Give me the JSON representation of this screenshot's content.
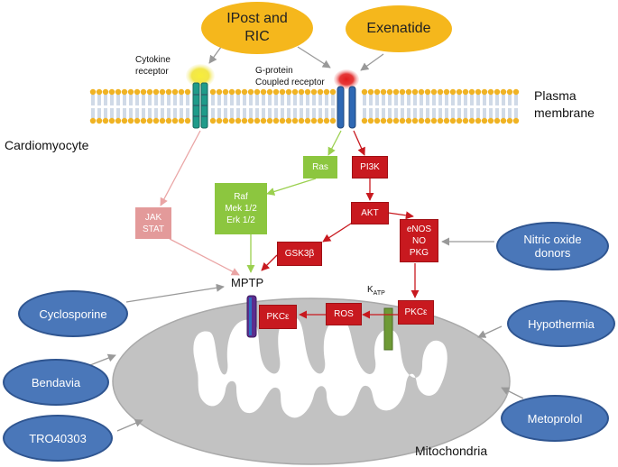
{
  "drugs": {
    "ipost": "IPost and\nRIC",
    "exenatide": "Exenatide"
  },
  "receptors": {
    "cytokine": "Cytokine\nreceptor",
    "gpcr": "G-protein\nCoupled receptor"
  },
  "membrane_label": "Plasma\nmembrane",
  "cell_label": "Cardiomyocyte",
  "mito_label": "Mitochondria",
  "pathway": {
    "ras": "Ras",
    "pi3k": "PI3K",
    "raf": "Raf\nMek 1/2\nErk 1/2",
    "akt": "AKT",
    "jak": "JAK\nSTAT",
    "enos": "eNOS\nNO\nPKG",
    "gsk": "GSK3β",
    "mptp": "MPTP",
    "katp": "K",
    "katp_sub": "ATP",
    "pkce1": "PKCε",
    "pkce2": "PKCε",
    "ros": "ROS"
  },
  "modulators": {
    "nitric": "Nitric oxide\ndonors",
    "cyclosporine": "Cyclosporine",
    "hypothermia": "Hypothermia",
    "bendavia": "Bendavia",
    "metoprolol": "Metoprolol",
    "tro": "TRO40303"
  },
  "colors": {
    "red_box": "#c8191f",
    "green_box": "#8cc63f",
    "pink_box": "#e39a9a",
    "blue_oval": "#4a77b9",
    "gold_oval": "#f5b71c",
    "mitochondria": "#c0c0c0",
    "lipid_head": "#f0b323"
  }
}
